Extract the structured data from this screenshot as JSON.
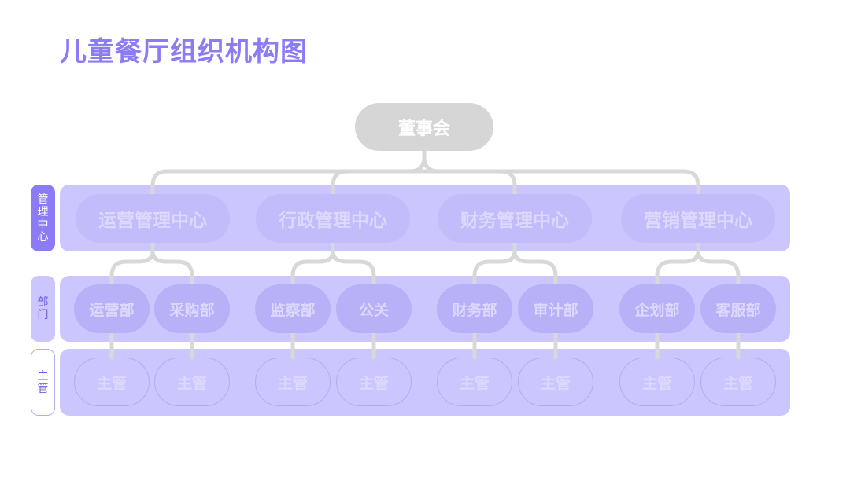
{
  "title": "儿童餐厅组织机构图",
  "side_labels": {
    "management": "管\n理\n中\n心",
    "department": "部\n门",
    "supervisor": "主\n管"
  },
  "root": "董事会",
  "centers": [
    {
      "label": "运营管理中心",
      "departments": [
        {
          "label": "运营部",
          "supervisor": "主管"
        },
        {
          "label": "采购部",
          "supervisor": "主管"
        }
      ]
    },
    {
      "label": "行政管理中心",
      "departments": [
        {
          "label": "监察部",
          "supervisor": "主管"
        },
        {
          "label": "公关",
          "supervisor": "主管"
        }
      ]
    },
    {
      "label": "财务管理中心",
      "departments": [
        {
          "label": "财务部",
          "supervisor": "主管"
        },
        {
          "label": "审计部",
          "supervisor": "主管"
        }
      ]
    },
    {
      "label": "营销管理中心",
      "departments": [
        {
          "label": "企划部",
          "supervisor": "主管"
        },
        {
          "label": "客服部",
          "supervisor": "主管"
        }
      ]
    }
  ],
  "colors": {
    "accent": "#8B7CF6",
    "band": "#CBC6FD",
    "connector": "#D8D8D8",
    "root_fill": "#D6D6D6"
  }
}
